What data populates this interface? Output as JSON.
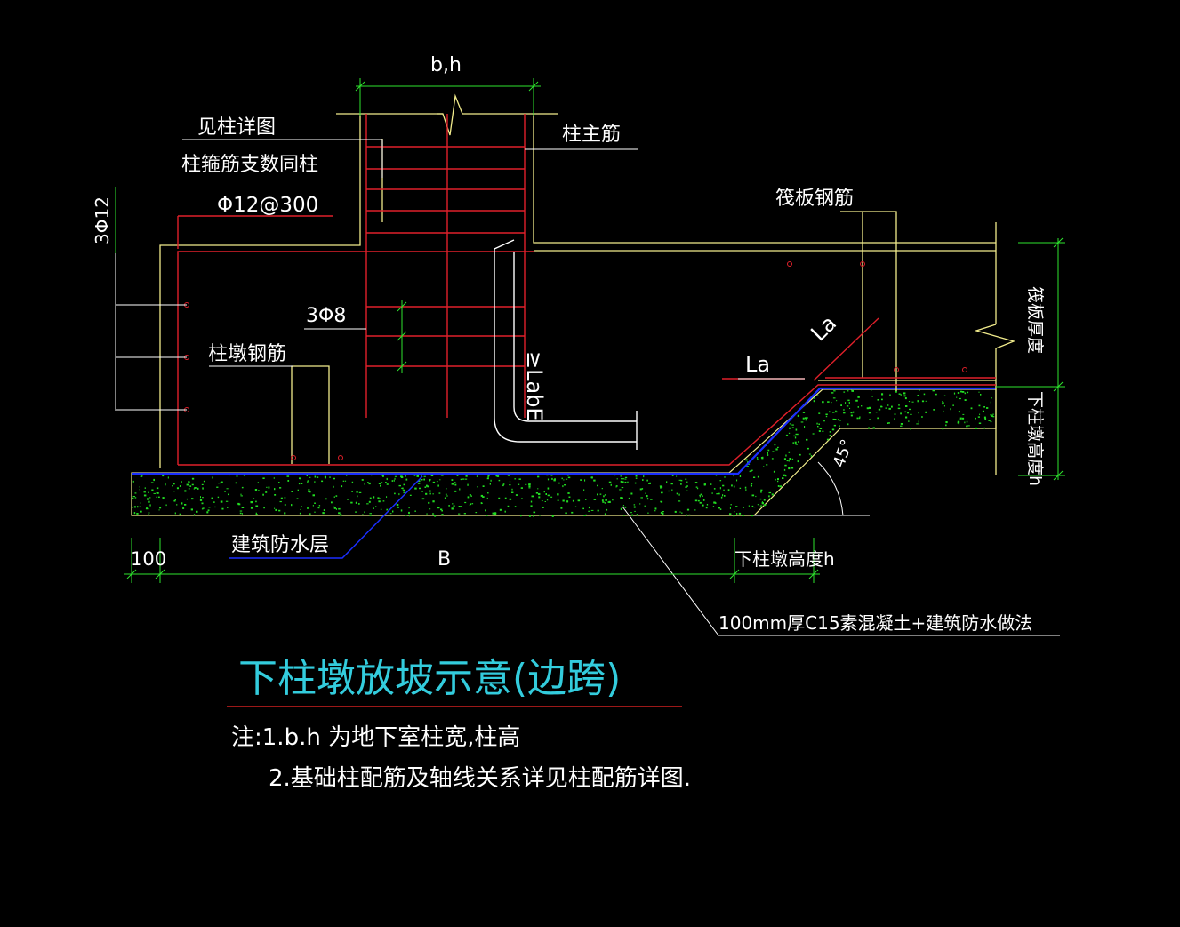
{
  "labels": {
    "bh": "b,h",
    "see_column_detail": "见柱详图",
    "stirrup_note": "柱箍筋支数同柱",
    "phi12_300": "Φ12@300",
    "three_phi12": "3Φ12",
    "column_main_bar": "柱主筋",
    "raft_rebar": "筏板钢筋",
    "three_phi8": "3Φ8",
    "pier_rebar": "柱墩钢筋",
    "labe": "≥LabE",
    "la_left": "La",
    "la_diag": "La",
    "raft_thickness": "筏板厚度",
    "pier_height_v": "下柱墩高度h",
    "angle": "45°",
    "waterproof_layer": "建筑防水层",
    "dim_100": "100",
    "dim_B": "B",
    "dim_pier_height": "下柱墩高度h",
    "concrete_note": "100mm厚C15素混凝土+建筑防水做法"
  },
  "title": "下柱墩放坡示意(边跨)",
  "notes": {
    "note1": "注:1.b.h 为地下室柱宽,柱高",
    "note2": "2.基础柱配筋及轴线关系详见柱配筋详图."
  },
  "colors": {
    "background": "#000000",
    "rebar": "#e0202a",
    "outline": "#f2ec8c",
    "dimension": "#2ee52e",
    "leader": "#ffffff",
    "concrete_dots": "#22dd22",
    "waterproof": "#1a2eff",
    "title": "#33ccdd",
    "title_underline": "#d02020"
  }
}
